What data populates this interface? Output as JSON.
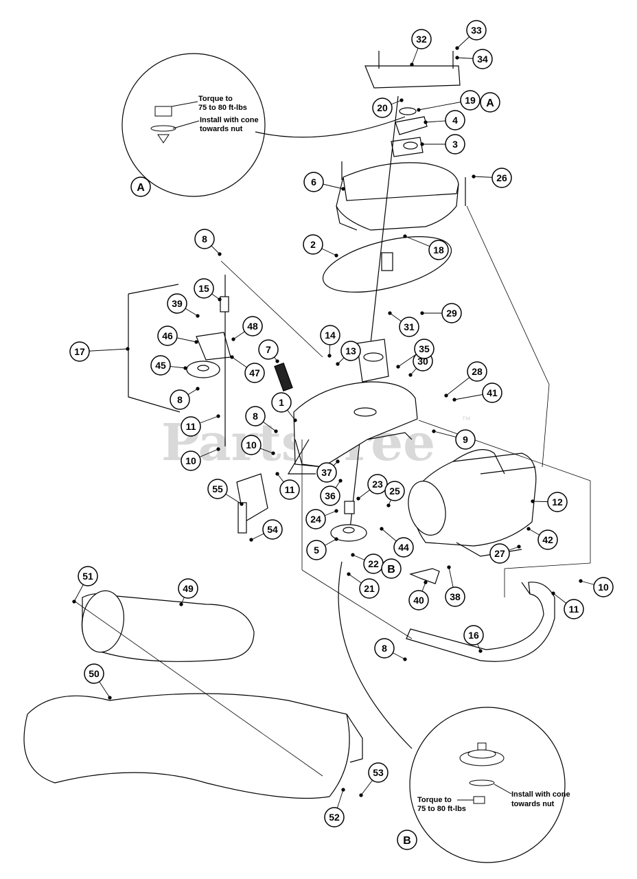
{
  "watermark": {
    "text": "PartsTree",
    "tm": "™"
  },
  "detail_a": {
    "label": "A",
    "note_torque_line1": "Torque to",
    "note_torque_line2": "75 to 80 ft-lbs",
    "note_install_line1": "Install with cone",
    "note_install_line2": "towards nut"
  },
  "detail_b": {
    "label": "B",
    "note_torque_line1": "Torque to",
    "note_torque_line2": "75 to 80 ft-lbs",
    "note_install_line1": "Install with cone",
    "note_install_line2": "towards nut"
  },
  "part_numbers": {
    "p1": "1",
    "p2": "2",
    "p3": "3",
    "p4": "4",
    "p5": "5",
    "p6": "6",
    "p7": "7",
    "p8a": "8",
    "p8b": "8",
    "p8c": "8",
    "p8d": "8",
    "p9": "9",
    "p10a": "10",
    "p10b": "10",
    "p10c": "10",
    "p11a": "11",
    "p11b": "11",
    "p11c": "11",
    "p12": "12",
    "p13": "13",
    "p14": "14",
    "p15": "15",
    "p16": "16",
    "p17": "17",
    "p18": "18",
    "p19": "19",
    "p20": "20",
    "p21": "21",
    "p22": "22",
    "p23": "23",
    "p24": "24",
    "p25": "25",
    "p26": "26",
    "p27": "27",
    "p28": "28",
    "p29": "29",
    "p30": "30",
    "p31": "31",
    "p32": "32",
    "p33": "33",
    "p34": "34",
    "p35": "35",
    "p36": "36",
    "p37": "37",
    "p38": "38",
    "p39": "39",
    "p40": "40",
    "p41": "41",
    "p42": "42",
    "p44": "44",
    "p45": "45",
    "p46": "46",
    "p47": "47",
    "p48": "48",
    "p49": "49",
    "p50": "50",
    "p51": "51",
    "p52": "52",
    "p53": "53",
    "p54": "54",
    "p55": "55"
  },
  "detail_refs": {
    "ref_a": "A",
    "ref_b": "B"
  }
}
